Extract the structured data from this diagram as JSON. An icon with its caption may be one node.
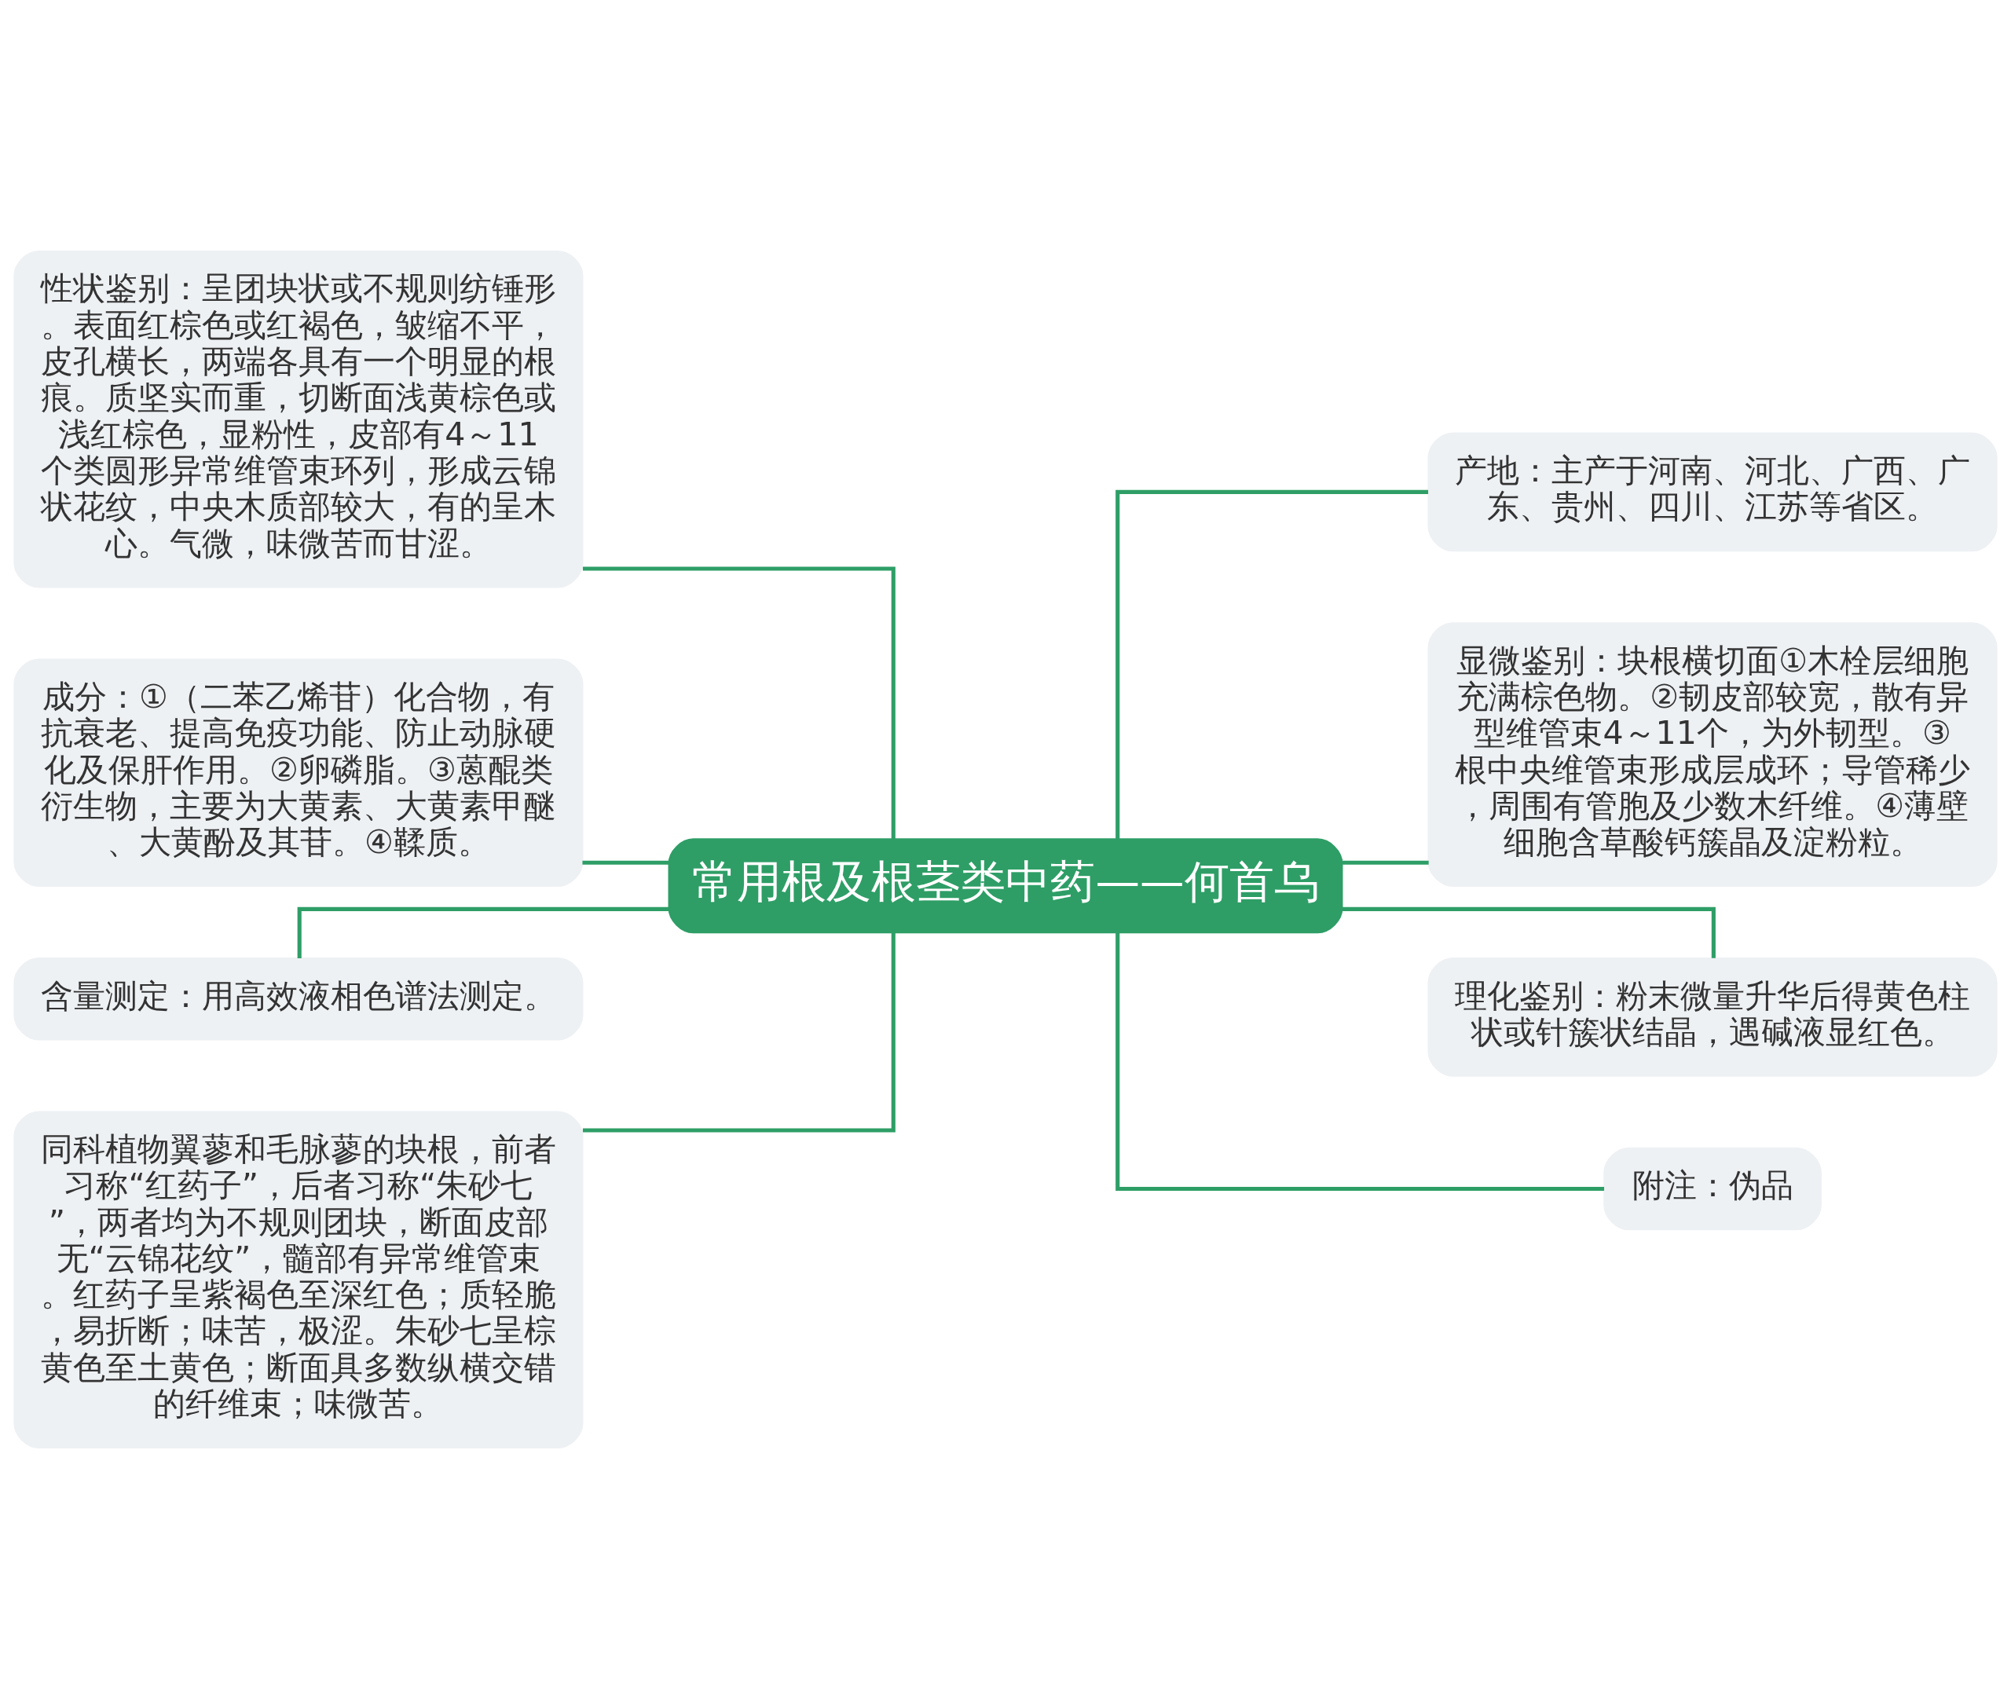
{
  "diagram": {
    "nodes": [
      {
        "text": [
          "常用根及根茎类中药——何首乌"
        ]
      },
      {
        "text": [
          "性状鉴别：呈团块状或不规则纺锤形。表面红棕色或红褐色，皱缩不平，皮孔横长，两端各具有一个明显的根痕。质坚实而重，切断面浅黄棕色或浅红棕色，显粉性，皮部有4～11个类圆形异常维管束环列，形成云锦状花纹，中央木质部较大，有的呈木心。气微，味微苦而甘涩。"
        ]
      },
      {
        "text": [
          "成分：①（二苯乙烯苷）化合物，有抗衰老、提高免疫功能、防止动脉硬化及保肝作用。②卵磷脂。③蒽醌类衍生物，主要为大黄素、大黄素甲醚、大黄酚及其苷。④鞣质。"
        ]
      },
      {
        "text": [
          "含量测定：用高效液相色谱法测定。"
        ]
      },
      {
        "text": [
          "同科植物翼蓼和毛脉蓼的块根，前者习称“红药子”，后者习称“朱砂七”，两者均为不规则团块，断面皮部无“云锦花纹”，髓部有异常维管束。红药子呈紫褐色至深红色；质轻脆，易折断；味苦，极涩。朱砂七呈棕黄色至土黄色；断面具多数纵横交错的纤维束；味微苦。"
        ]
      },
      {
        "text": [
          "产地：主产于河南、河北、广西、广东、贵州、四川、江苏等省区。"
        ]
      },
      {
        "text": [
          "显微鉴别：块根横切面①木栓层细胞充满棕色物。②韧皮部较宽，散有异型维管束4～11个，为外韧型。③根中央维管束形成层成环；导管稀少，周围有管胞及少数木纤维。④薄壁细胞含草酸钙簇晶及淀粉粒。"
        ]
      },
      {
        "text": [
          "理化鉴别：粉末微量升华后得黄色柱状或针簇状结晶，遇碱液显红色。"
        ]
      },
      {
        "text": [
          "附注：伪品"
        ]
      }
    ],
    "edges": [
      {
        "from": 0,
        "to": 1,
        "arrow": "none"
      },
      {
        "from": 0,
        "to": 2,
        "arrow": "none"
      },
      {
        "from": 0,
        "to": 3,
        "arrow": "none"
      },
      {
        "from": 0,
        "to": 4,
        "arrow": "none"
      },
      {
        "from": 0,
        "to": 5,
        "arrow": "none"
      },
      {
        "from": 0,
        "to": 6,
        "arrow": "none"
      },
      {
        "from": 0,
        "to": 7,
        "arrow": "none"
      },
      {
        "from": 0,
        "to": 8,
        "arrow": "none"
      }
    ]
  }
}
